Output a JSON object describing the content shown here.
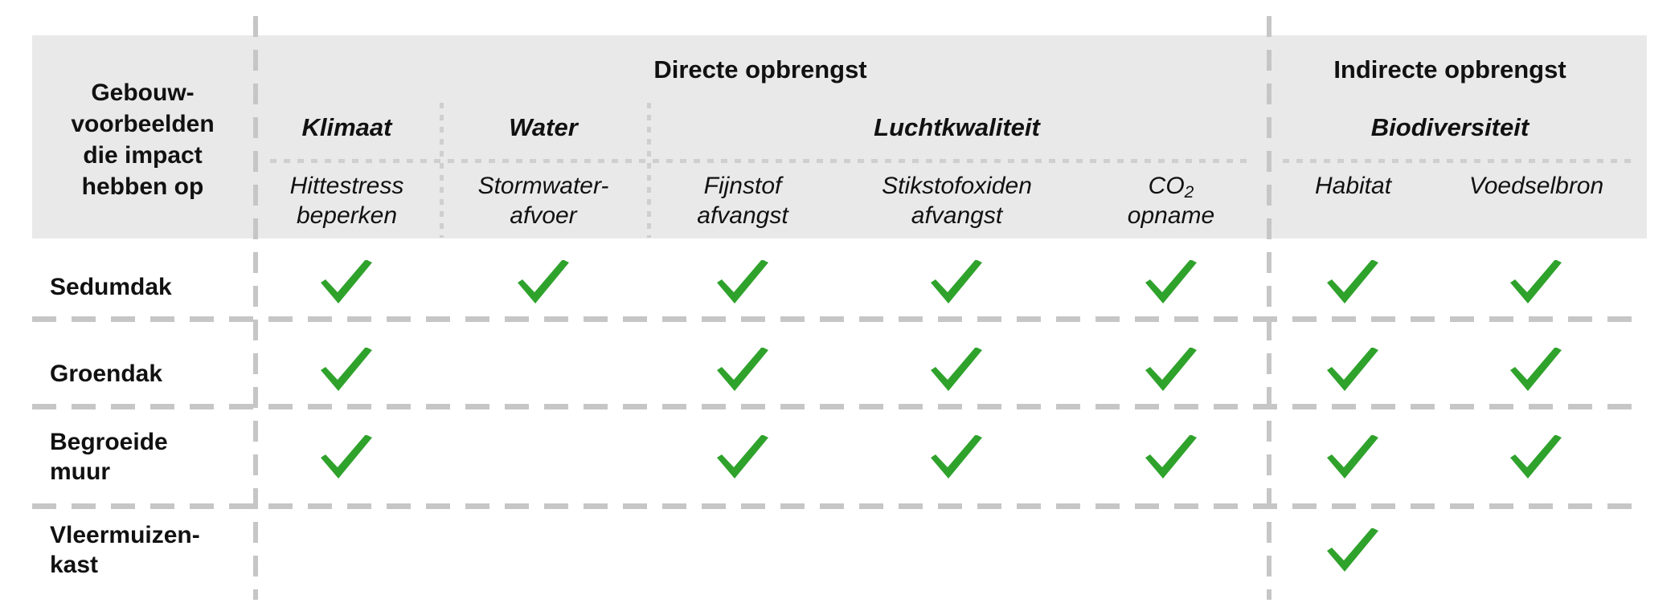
{
  "table": {
    "corner_label": "Gebouw-\nvoorbeelden\ndie impact\nhebben op",
    "accent_color": "#2FA22C",
    "header_band_color": "#E9E9E9",
    "rule_color": "#C6C6C6",
    "group_headers": [
      {
        "label": "Directe opbrengst",
        "span": 5
      },
      {
        "label": "Indirecte opbrengst",
        "span": 2
      }
    ],
    "categories": [
      {
        "label": "Klimaat",
        "span": 1
      },
      {
        "label": "Water",
        "span": 1
      },
      {
        "label": "Luchtkwaliteit",
        "span": 3
      },
      {
        "label": "Biodiversiteit",
        "span": 2
      }
    ],
    "columns": [
      {
        "line1": "Hittestress",
        "line2": "beperken"
      },
      {
        "line1": "Stormwater-",
        "line2": "afvoer"
      },
      {
        "line1": "Fijnstof",
        "line2": "afvangst"
      },
      {
        "line1": "Stikstofoxiden",
        "line2": "afvangst"
      },
      {
        "line1": "CO",
        "sub": "2",
        "line2": "opname"
      },
      {
        "line1": "Habitat",
        "line2": ""
      },
      {
        "line1": "Voedselbron",
        "line2": ""
      }
    ],
    "rows": [
      {
        "label": "Sedumdak",
        "marks": [
          true,
          true,
          true,
          true,
          true,
          true,
          true
        ]
      },
      {
        "label": "Groendak",
        "marks": [
          true,
          false,
          true,
          true,
          true,
          true,
          true
        ]
      },
      {
        "label": "Begroeide\nmuur",
        "marks": [
          true,
          false,
          true,
          true,
          true,
          true,
          true
        ]
      },
      {
        "label": "Vleermuizen-\nkast",
        "marks": [
          false,
          false,
          false,
          false,
          false,
          true,
          false
        ]
      }
    ],
    "mark_symbol": "check-mark"
  }
}
